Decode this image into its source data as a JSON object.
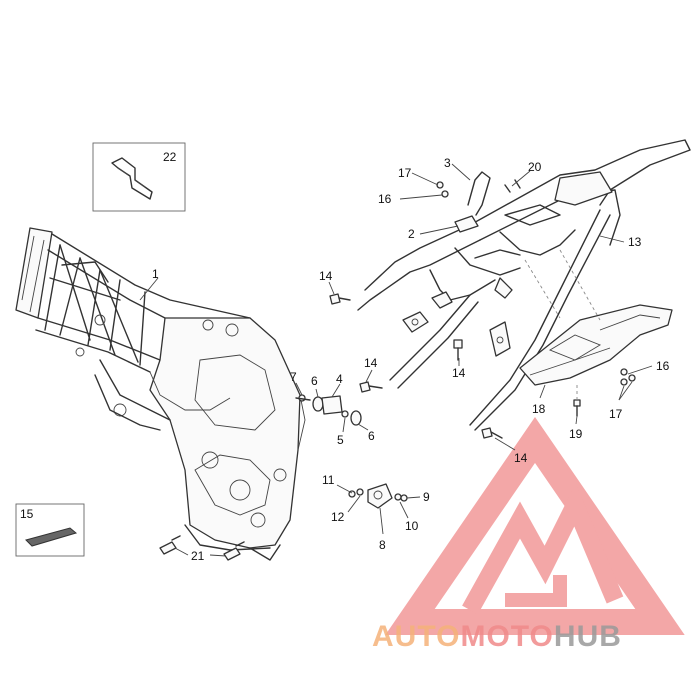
{
  "labels": {
    "l1": "1",
    "l2": "2",
    "l3": "3",
    "l4": "4",
    "l5": "5",
    "l6a": "6",
    "l6b": "6",
    "l7": "7",
    "l8": "8",
    "l9": "9",
    "l10": "10",
    "l11": "11",
    "l12": "12",
    "l13": "13",
    "l14a": "14",
    "l14b": "14",
    "l14c": "14",
    "l14d": "14",
    "l15": "15",
    "l16a": "16",
    "l16b": "16",
    "l17a": "17",
    "l17b": "17",
    "l18": "18",
    "l19": "19",
    "l20": "20",
    "l21": "21",
    "l22": "22"
  },
  "watermark": {
    "auto": "AUTO",
    "moto": "MOTO",
    "hub": "HUB",
    "color_orange": "#f5b27a",
    "color_red": "#f08a8a",
    "color_gray": "#9a9a9a"
  }
}
